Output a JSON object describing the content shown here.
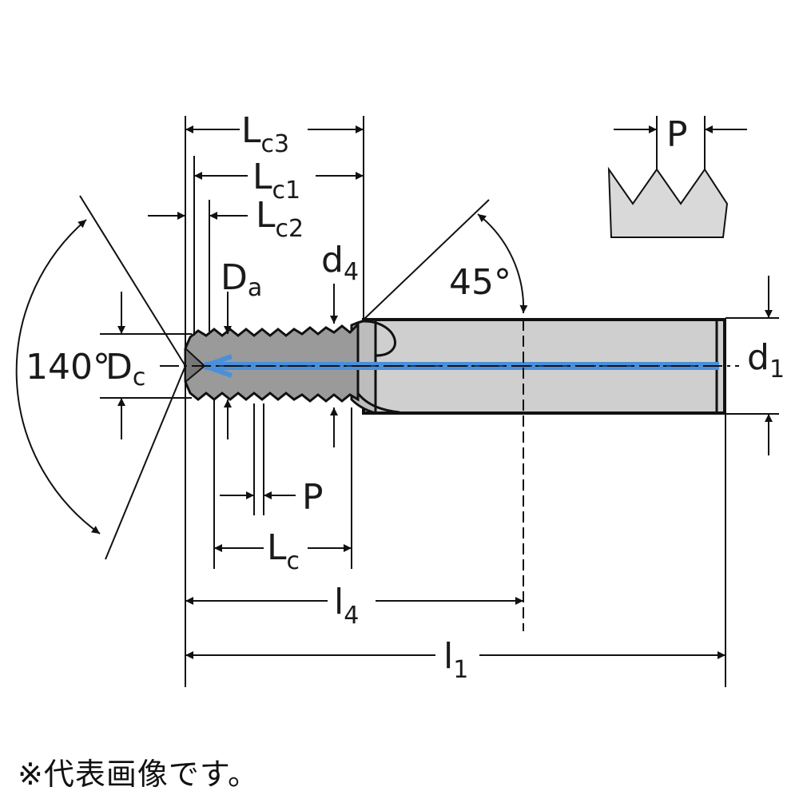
{
  "labels": {
    "lc3_main": "L",
    "lc3_sub": "c3",
    "lc1_main": "L",
    "lc1_sub": "c1",
    "lc2_main": "L",
    "lc2_sub": "c2",
    "da_main": "D",
    "da_sub": "a",
    "d4_main": "d",
    "d4_sub": "4",
    "angle_45": "45°",
    "angle_140": "140°",
    "dc_main": "D",
    "dc_sub": "c",
    "d1_main": "d",
    "d1_sub": "1",
    "p_top": "P",
    "p_mid": "P",
    "lc_main": "L",
    "lc_sub": "c",
    "l4_main": "l",
    "l4_sub": "4",
    "l1_main": "l",
    "l1_sub": "1"
  },
  "caption": "※代表画像です。",
  "colors": {
    "body_fill": "#cfcfcf",
    "outline": "#111111",
    "coolant": "#4a90d9",
    "inset_fill": "#d9d9d9"
  }
}
